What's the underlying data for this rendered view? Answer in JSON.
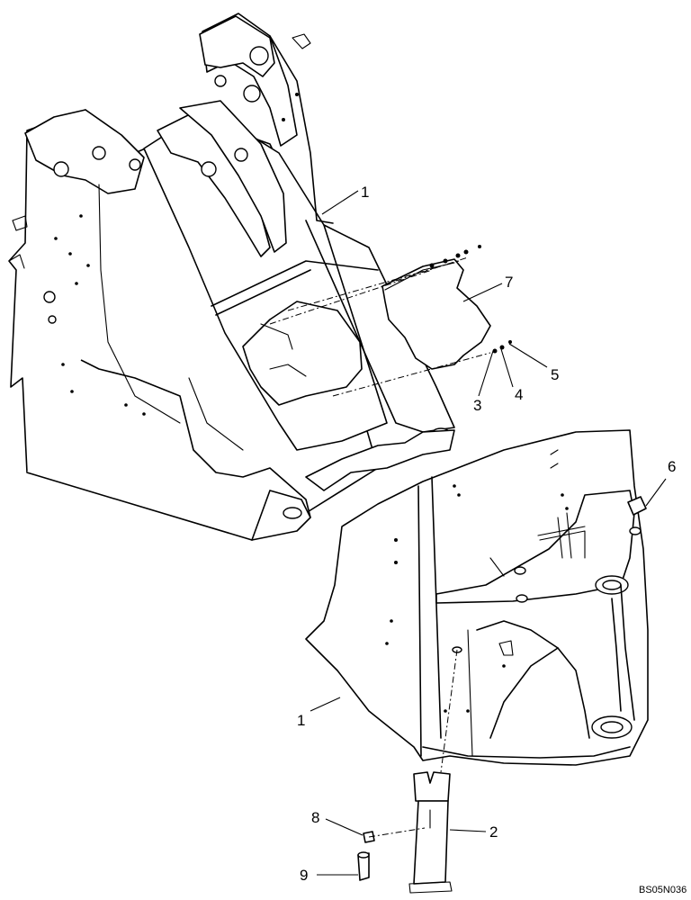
{
  "drawing": {
    "reference_code": "BS05N036",
    "callouts": {
      "c1_upper": "1",
      "c1_lower": "1",
      "c2": "2",
      "c3": "3",
      "c4": "4",
      "c5": "5",
      "c6": "6",
      "c7": "7",
      "c8": "8",
      "c9": "9"
    }
  }
}
